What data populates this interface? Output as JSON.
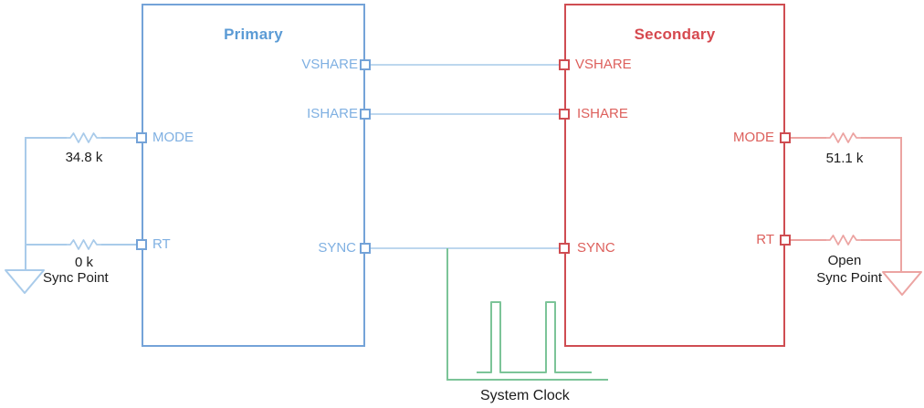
{
  "colors": {
    "primary_blue": "#74A3D8",
    "primary_blue_light": "#A9CBEA",
    "link_blue": "#BDD7EE",
    "primary_title_blue": "#5B9BD5",
    "pin_label_blue": "#7FB0E2",
    "secondary_red": "#CF4D52",
    "secondary_red_light": "#ECA4A2",
    "secondary_title_red": "#D6494F",
    "pin_label_red": "#DD605C",
    "clock_green": "#7CC498",
    "text_black": "#1C1C1C"
  },
  "primary": {
    "title": "Primary",
    "pins": {
      "vshare": "VSHARE",
      "ishare": "ISHARE",
      "mode": "MODE",
      "rt": "RT",
      "sync": "SYNC"
    }
  },
  "secondary": {
    "title": "Secondary",
    "pins": {
      "vshare": "VSHARE",
      "ishare": "ISHARE",
      "mode": "MODE",
      "rt": "RT",
      "sync": "SYNC"
    }
  },
  "primary_circuit": {
    "mode_resistor_value": "34.8 k",
    "rt_resistor_value": "0 k",
    "ground_label": "Sync Point"
  },
  "secondary_circuit": {
    "mode_resistor_value": "51.1 k",
    "rt_resistor_value": "Open",
    "ground_label": "Sync Point"
  },
  "clock": {
    "label": "System Clock"
  }
}
